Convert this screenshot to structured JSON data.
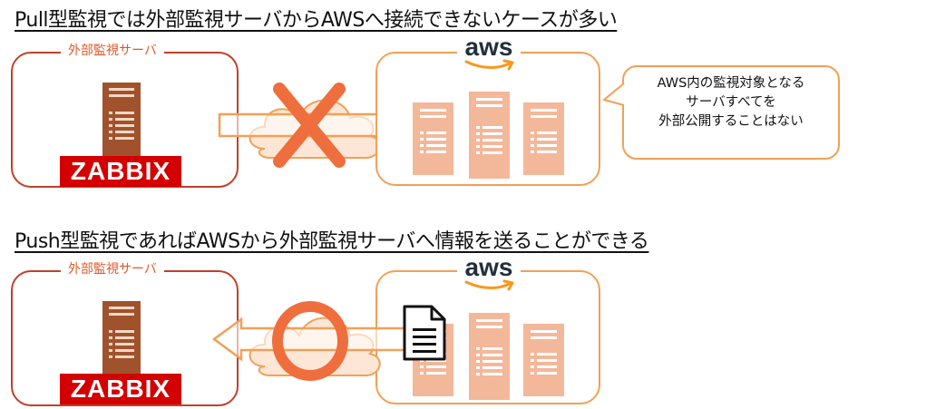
{
  "section_pull": {
    "heading": "Pull型監視では外部監視サーバからAWSへ接続できないケースが多い",
    "monitor_label": "外部監視サーバ",
    "zabbix": "ZABBIX",
    "aws": "aws",
    "callout_lines": [
      "AWS内の監視対象となる",
      "サーバすべてを",
      "外部公開することはない"
    ]
  },
  "section_push": {
    "heading": "Push型監視であればAWSから外部監視サーバへ情報を送ることができる",
    "monitor_label": "外部監視サーバ",
    "zabbix": "ZABBIX",
    "aws": "aws"
  },
  "colors": {
    "monitor_border": "#c0402a",
    "aws_border": "#f2a056",
    "zabbix_bg": "#d40000",
    "server_brown": "#a0522d",
    "server_peach": "#f3b89a",
    "cross": "#ef6e3d"
  },
  "icons": [
    "server-icon",
    "cloud-icon",
    "cross-icon",
    "arrow-icon",
    "document-icon",
    "aws-smile-icon",
    "circle-icon"
  ]
}
